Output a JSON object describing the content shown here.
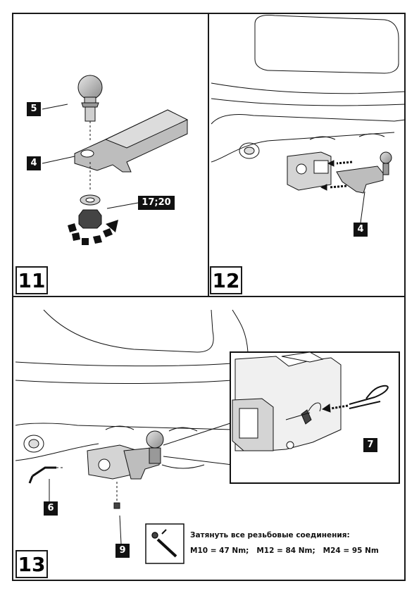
{
  "panels": [
    {
      "step": "11",
      "part_labels": [
        "5",
        "4"
      ],
      "wrench_size": "17;20"
    },
    {
      "step": "12",
      "part_labels": [
        "4"
      ]
    },
    {
      "step": "13",
      "part_labels": [
        "6",
        "9",
        "7"
      ]
    }
  ],
  "torque_note": {
    "heading": "Затянуть все резьбовые соединения:",
    "values": "M10 = 47 Nm;   M12 = 84 Nm;   M24 = 95 Nm"
  },
  "colors": {
    "ink": "#111111",
    "fill_light": "#d9d9d9",
    "fill_mid": "#a6a6a6",
    "arrow_dash": "#111111"
  }
}
